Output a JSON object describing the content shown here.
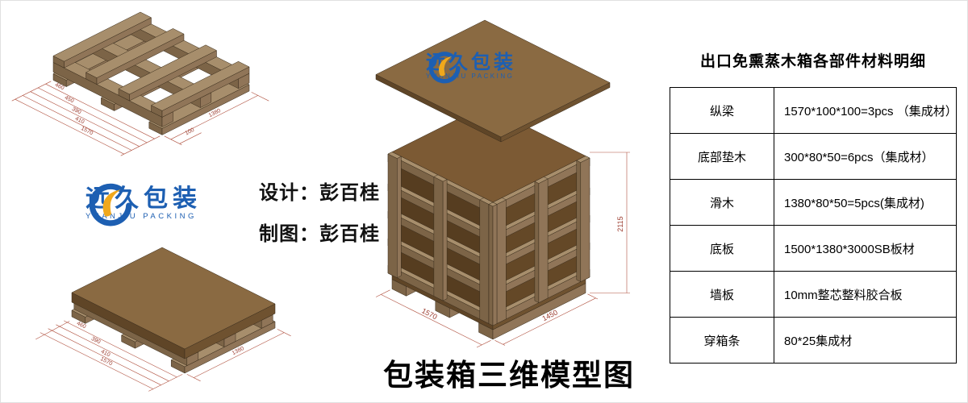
{
  "page": {
    "main_title": "包装箱三维模型图"
  },
  "logo": {
    "name": "远久包装",
    "subtitle": "YUANJIU PACKING"
  },
  "credits": {
    "design": "设计：彭百桂",
    "draft": "制图：彭百桂"
  },
  "materials_table": {
    "title": "出口免熏蒸木箱各部件材料明细",
    "rows": [
      {
        "part": "纵梁",
        "spec": "1570*100*100=3pcs （集成材）"
      },
      {
        "part": "底部垫木",
        "spec": "300*80*50=6pcs（集成材）"
      },
      {
        "part": "滑木",
        "spec": "1380*80*50=5pcs(集成材)"
      },
      {
        "part": "底板",
        "spec": "1500*1380*3000SB板材"
      },
      {
        "part": "墙板",
        "spec": "10mm整芯整料胶合板"
      },
      {
        "part": "穿箱条",
        "spec": "80*25集成材"
      }
    ]
  },
  "figures": {
    "frame": {
      "dims": [
        "460",
        "450",
        "390",
        "410",
        "1570",
        "1380",
        "100"
      ]
    },
    "board": {
      "dims": [
        "460",
        "390",
        "410",
        "1570",
        "1380"
      ]
    },
    "crate": {
      "dims": [
        "2115",
        "1570",
        "1450"
      ]
    }
  }
}
